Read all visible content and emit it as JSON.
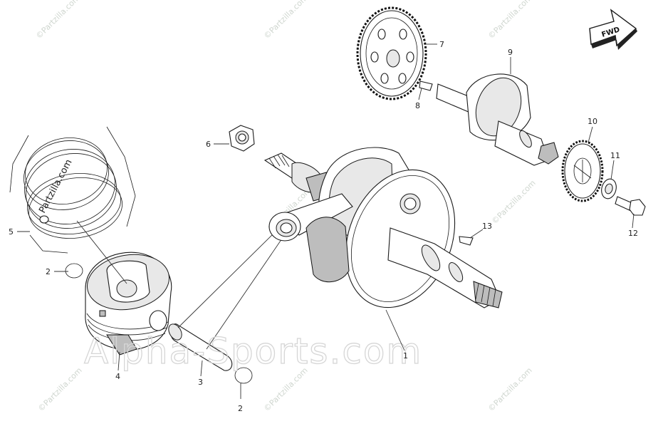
{
  "diagram": {
    "callouts": [
      {
        "id": "c1",
        "label": "1"
      },
      {
        "id": "c2a",
        "label": "2"
      },
      {
        "id": "c2b",
        "label": "2"
      },
      {
        "id": "c3",
        "label": "3"
      },
      {
        "id": "c4",
        "label": "4"
      },
      {
        "id": "c5",
        "label": "5"
      },
      {
        "id": "c6",
        "label": "6"
      },
      {
        "id": "c7",
        "label": "7"
      },
      {
        "id": "c8",
        "label": "8"
      },
      {
        "id": "c9",
        "label": "9"
      },
      {
        "id": "c10",
        "label": "10"
      },
      {
        "id": "c11",
        "label": "11"
      },
      {
        "id": "c12",
        "label": "12"
      },
      {
        "id": "c13",
        "label": "13"
      }
    ],
    "direction_arrow": {
      "label": "FWD",
      "icon": "forward-arrow-icon"
    }
  },
  "watermarks": {
    "main": "Alpha-Sports.com",
    "small": "©Partzilla.com",
    "ring": "Partzilla.com"
  },
  "colors": {
    "line": "#1a1a1a",
    "background": "#ffffff",
    "watermark": "#d6d6d6"
  }
}
